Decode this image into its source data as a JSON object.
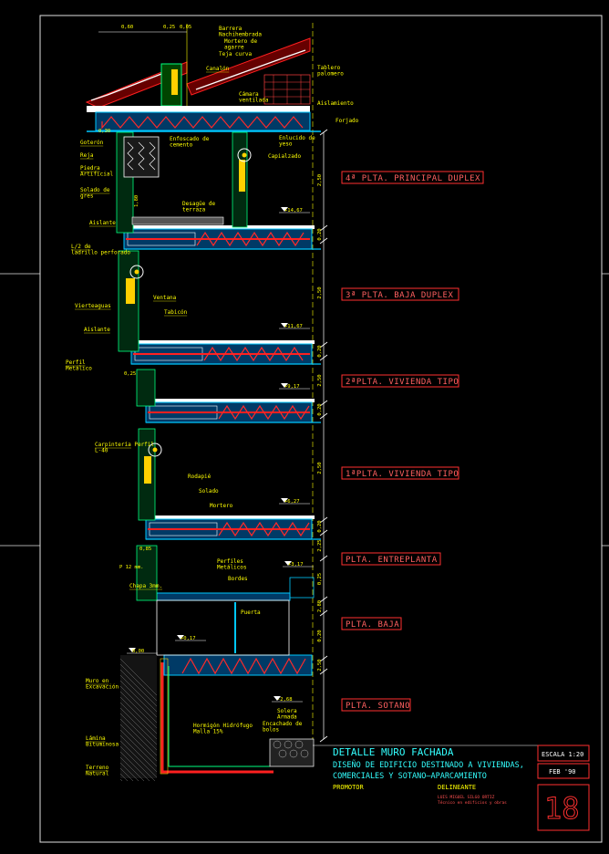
{
  "levels": [
    {
      "name": "4ª PLTA. PRINCIPAL DUPLEX"
    },
    {
      "name": "3ª PLTA. BAJA DUPLEX"
    },
    {
      "name": "2ªPLTA. VIVIENDA TIPO"
    },
    {
      "name": "1ªPLTA. VIVIENDA TIPO"
    },
    {
      "name": "PLTA. ENTREPLANTA"
    },
    {
      "name": "PLTA. BAJA"
    },
    {
      "name": "PLTA. SOTANO"
    }
  ],
  "elevations": [
    "+14,67",
    "+11,67",
    "+9,17",
    "+6,27",
    "+3,17",
    "+0,17",
    "0,00",
    "-2,68"
  ],
  "top_dims": [
    "0,60",
    "0,25",
    "0,05"
  ],
  "side_dims": [
    "2,50",
    "0,20",
    "2,50",
    "0,20",
    "2,50",
    "0,20",
    "2,50",
    "0,20",
    "2,25",
    "0,25",
    "2,80",
    "0,20",
    "2,50"
  ],
  "misc_dims": [
    "0,30",
    "0,25",
    "0,85",
    "P 12 mm.",
    "1,80"
  ],
  "labels_left": [
    {
      "key": "canalon",
      "text": "Canalón"
    },
    {
      "key": "goteron",
      "text": "Goterón"
    },
    {
      "key": "reja",
      "text": "Reja"
    },
    {
      "key": "piedra",
      "text": "Piedra Artificial"
    },
    {
      "key": "solado",
      "text": "Solado de gres"
    },
    {
      "key": "aislante1",
      "text": "Aislante"
    },
    {
      "key": "ladrillo",
      "text": "L/2 de ladrillo perforado"
    },
    {
      "key": "ventana",
      "text": "Ventana"
    },
    {
      "key": "vierteaguas",
      "text": "Vierteaguas"
    },
    {
      "key": "tabicon",
      "text": "Tabicón"
    },
    {
      "key": "aislante2",
      "text": "Aislante"
    },
    {
      "key": "perfil_met",
      "text": "Perfil Metálico"
    },
    {
      "key": "carpinteria",
      "text": "Carpintería Perfil L-40"
    },
    {
      "key": "chapa",
      "text": "Chapa 3mm."
    },
    {
      "key": "muro",
      "text": "Muro en Excavación"
    },
    {
      "key": "lamina",
      "text": "Lámina Bituminosa"
    },
    {
      "key": "terreno",
      "text": "Terreno Natural"
    }
  ],
  "labels_right": [
    {
      "key": "barrera",
      "text": "Barrera Nachihembrada"
    },
    {
      "key": "mortero",
      "text": "Mortero de agarre"
    },
    {
      "key": "teja",
      "text": "Teja curva"
    },
    {
      "key": "tablero",
      "text": "Tablero palomero"
    },
    {
      "key": "camara",
      "text": "Cámara ventilada"
    },
    {
      "key": "aislamiento",
      "text": "Aislamiento"
    },
    {
      "key": "forjado",
      "text": "Forjado"
    },
    {
      "key": "enfoscado",
      "text": "Enfoscado de cemento"
    },
    {
      "key": "enlucido",
      "text": "Enlucido de yeso"
    },
    {
      "key": "capialzado",
      "text": "Capialzado"
    },
    {
      "key": "desague",
      "text": "Desagüe de terraza"
    },
    {
      "key": "rodapie",
      "text": "Rodapié"
    },
    {
      "key": "solado2",
      "text": "Solado"
    },
    {
      "key": "mortero2",
      "text": "Mortero"
    },
    {
      "key": "perfiles",
      "text": "Perfiles Metálicos"
    },
    {
      "key": "bordes",
      "text": "Bordes"
    },
    {
      "key": "puerta",
      "text": "Puerta"
    },
    {
      "key": "solera",
      "text": "Solera Armada"
    },
    {
      "key": "encachado",
      "text": "Encachado de bolos"
    },
    {
      "key": "hormigon",
      "text": "Hormigón Hidrófugo Malla 15%"
    }
  ],
  "title_block": {
    "title": "DETALLE MURO FACHADA",
    "subtitle1": "DISEÑO DE EDIFICIO DESTINADO A VIVIENDAS,",
    "subtitle2": "COMERCIALES Y SOTANO—APARCAMIENTO",
    "promotor_label": "PROMOTOR",
    "delineante_label": "DELINEANTE",
    "author1": "LUIS MIGUEL SILGO ORTIZ",
    "author2": "Técnico en edificios y obras",
    "scale": "ESCALA 1:20",
    "date": "FEB '90",
    "sheet": "18"
  },
  "colors": {
    "background": "#000000",
    "frame": "#e0e0e0",
    "slab": "#00c8ff",
    "rebar": "#ff2020",
    "insulation": "#ff2a2a",
    "brick": "#00ff7f",
    "annotation": "#ffff00",
    "level_tag": "#ff6060",
    "title_cyan": "#33ffff"
  }
}
